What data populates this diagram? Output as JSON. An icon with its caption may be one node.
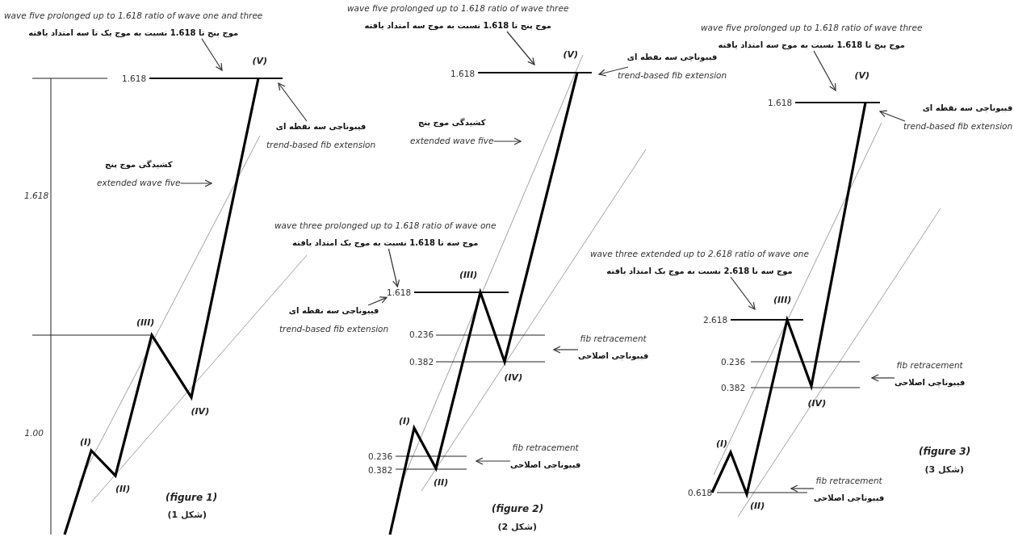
{
  "diagram": {
    "nodes": [
      {
        "text": [
          "wave five prolonged up to 1.618 ratio of wave one and three",
          "موج پنج تا 1.618 نسبت به موج یک تا سه امتداد یافته"
        ]
      },
      {
        "text": [
          "wave five prolonged up to 1.618 ratio of wave three",
          "موج پنج تا 1.618 نسبت به موج سه امتداد یافته"
        ]
      },
      {
        "text": [
          "wave five prolonged up to 1.618 ratio of wave three",
          "موج پنج تا 1.618 نسبت به موج سه امتداد یافته"
        ]
      },
      {
        "text": [
          "فیبوناچی سه نقطه ای",
          "trend-based fib extension"
        ]
      },
      {
        "text": [
          "کشیدگی موج پنج",
          "extended wave five"
        ]
      },
      {
        "text": [
          "فیبوناچی سه نقطه ای",
          "trend-based fib extension"
        ]
      },
      {
        "text": [
          "کشیدگی موج پنج",
          "extended wave five"
        ]
      },
      {
        "text": [
          "فیبوناچی سه نقطه ای",
          "trend-based fib extension"
        ]
      },
      {
        "text": [
          "wave three prolonged up to 1.618 ratio of wave one",
          "موج سه تا 1.618 نسبت به موج یک امتداد یافته"
        ]
      },
      {
        "text": [
          "فیبوناچی سه نقطه ای",
          "trend-based fib extension"
        ]
      },
      {
        "text": [
          "fib retracement",
          "فیبوناچی اصلاحی"
        ]
      },
      {
        "text": [
          "wave three extended up to 2.618 ratio of wave one",
          "موج سه تا 2.618 نسبت به موج یک امتداد یافته"
        ]
      },
      {
        "text": [
          "fib retracement",
          "فیبوناچی اصلاحی"
        ]
      },
      {
        "text": [
          "fib retracement",
          "فیبوناچی اصلاحی"
        ]
      },
      {
        "text": [
          "fib retracement",
          "فیبوناچی اصلاحی"
        ]
      },
      {
        "text": [
          "1.618"
        ]
      }
    ],
    "edges": [
      {
        "from": 0,
        "to": null,
        "arrow": "to"
      },
      {
        "from": 1,
        "to": null,
        "arrow": "to"
      },
      {
        "from": 2,
        "to": null,
        "arrow": "to"
      },
      {
        "from": 3,
        "to": null,
        "arrow": "to"
      },
      {
        "from": 4,
        "to": null,
        "arrow": "to"
      },
      {
        "from": 5,
        "to": null,
        "arrow": "to"
      },
      {
        "from": 6,
        "to": null,
        "arrow": "to"
      },
      {
        "from": 7,
        "to": null,
        "arrow": "to"
      },
      {
        "from": 8,
        "to": 15,
        "arrow": "to"
      },
      {
        "from": 9,
        "to": 15,
        "arrow": "to"
      },
      {
        "from": 10,
        "to": null,
        "arrow": "to"
      },
      {
        "from": 11,
        "to": null,
        "arrow": "to"
      },
      {
        "from": 12,
        "to": null,
        "arrow": "to"
      },
      {
        "from": 13,
        "to": null,
        "arrow": "to"
      },
      {
        "from": 14,
        "to": null,
        "arrow": "to"
      }
    ],
    "labels": [
      "1.618",
      "(V)",
      "1.618",
      "(III)",
      "(IV)",
      "1.00",
      "(I)",
      "(II)",
      "(figure 1)",
      "(شکل 1)",
      "1.618",
      "(V)",
      "(III)",
      "0.236",
      "0.382",
      "(IV)",
      "(I)",
      "0.236",
      "0.382",
      "(II)",
      "(figure 2)",
      "(شکل 2)",
      "1.618",
      "(V)",
      "(III)",
      "2.618",
      "0.236",
      "0.382",
      "(IV)",
      "(I)",
      "0.618",
      "(II)",
      "(figure 3)",
      "(شکل 3)"
    ]
  }
}
